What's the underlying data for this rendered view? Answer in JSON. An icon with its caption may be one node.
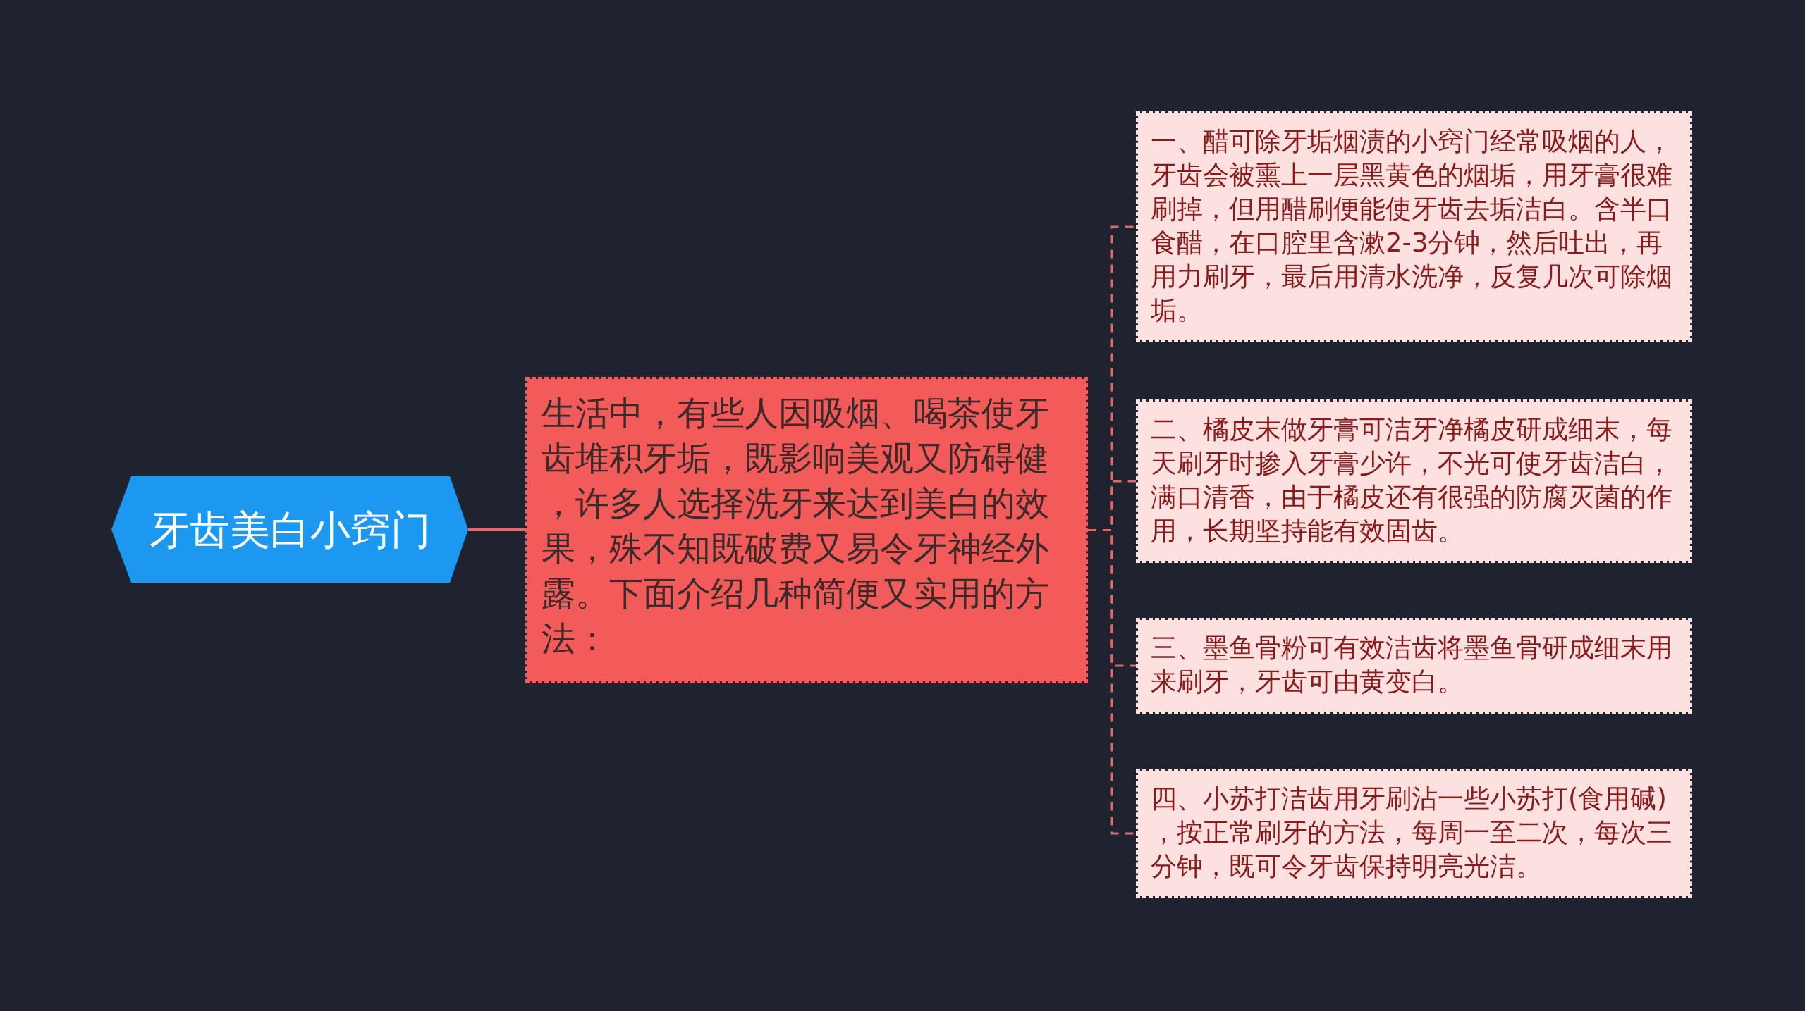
{
  "diagram": {
    "nodes": [
      {
        "text": [
          "牙齿美白小窍门"
        ]
      },
      {
        "text": [
          "生活中，有些人因吸烟、喝茶使牙齿堆积牙垢，既影响美观又防碍健，许多人选择洗牙来达到美白的效果，殊不知既破费又易令牙神经外露。下面介绍几种简便又实用的方法："
        ]
      },
      {
        "text": [
          "一、醋可除牙垢烟渍的小窍门经常吸烟的人，牙齿会被熏上一层黑黄色的烟垢，用牙膏很难刷掉，但用醋刷便能使牙齿去垢洁白。含半口食醋，在口腔里含漱2-3分钟，然后吐出，再用力刷牙，最后用清水洗净，反复几次可除烟垢。"
        ]
      },
      {
        "text": [
          "二、橘皮末做牙膏可洁牙净橘皮研成细末，每天刷牙时掺入牙膏少许，不光可使牙齿洁白，满口清香，由于橘皮还有很强的防腐灭菌的作用，长期坚持能有效固齿。"
        ]
      },
      {
        "text": [
          "三、墨鱼骨粉可有效洁齿将墨鱼骨研成细末用来刷牙，牙齿可由黄变白。"
        ]
      },
      {
        "text": [
          "四、小苏打洁齿用牙刷沾一些小苏打(食用碱)，按正常刷牙的方法，每周一至二次，每次三分钟，既可令牙齿保持明亮光洁。"
        ]
      }
    ],
    "edges": [
      {
        "from": 0,
        "to": 1,
        "arrow": "none"
      },
      {
        "from": 1,
        "to": 2,
        "arrow": "none",
        "style": "dashed"
      },
      {
        "from": 1,
        "to": 3,
        "arrow": "none",
        "style": "dashed"
      },
      {
        "from": 1,
        "to": 4,
        "arrow": "none",
        "style": "dashed"
      },
      {
        "from": 1,
        "to": 5,
        "arrow": "none",
        "style": "dashed"
      }
    ]
  }
}
